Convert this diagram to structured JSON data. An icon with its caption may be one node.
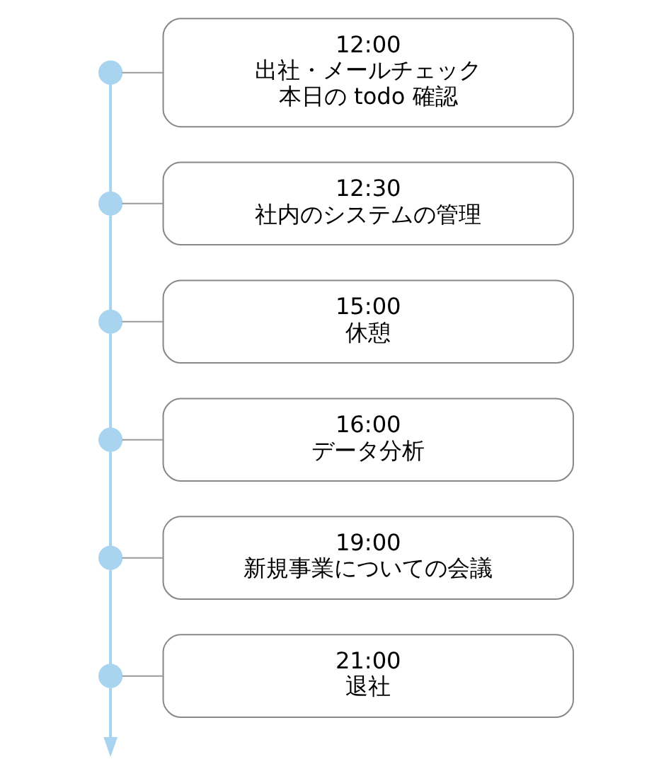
{
  "diagram": {
    "nodes": [
      {
        "text": [],
        "shape": "circle"
      },
      {
        "text": [
          "12:00",
          "出社・メールチェック",
          "本日の todo 確認"
        ]
      },
      {
        "text": [],
        "shape": "circle"
      },
      {
        "text": [
          "12:30",
          "社内のシステムの管理"
        ]
      },
      {
        "text": [],
        "shape": "circle"
      },
      {
        "text": [
          "15:00",
          "休憩"
        ]
      },
      {
        "text": [],
        "shape": "circle"
      },
      {
        "text": [
          "16:00",
          "データ分析"
        ]
      },
      {
        "text": [],
        "shape": "circle"
      },
      {
        "text": [
          "19:00",
          "新規事業についての会議"
        ]
      },
      {
        "text": [],
        "shape": "circle"
      },
      {
        "text": [
          "21:00",
          "退社"
        ]
      }
    ],
    "edges": [
      {
        "from": 0,
        "to": 2,
        "arrow": "none"
      },
      {
        "from": 2,
        "to": 4,
        "arrow": "none"
      },
      {
        "from": 4,
        "to": 6,
        "arrow": "none"
      },
      {
        "from": 6,
        "to": 8,
        "arrow": "none"
      },
      {
        "from": 8,
        "to": 10,
        "arrow": "none"
      },
      {
        "from": 10,
        "to": null,
        "arrow": "to"
      },
      {
        "from": 0,
        "to": 1,
        "arrow": "none",
        "color": "#999999"
      },
      {
        "from": 2,
        "to": 3,
        "arrow": "none",
        "color": "#999999"
      },
      {
        "from": 4,
        "to": 5,
        "arrow": "none",
        "color": "#999999"
      },
      {
        "from": 6,
        "to": 7,
        "arrow": "none",
        "color": "#999999"
      },
      {
        "from": 8,
        "to": 9,
        "arrow": "none",
        "color": "#999999"
      },
      {
        "from": 10,
        "to": 11,
        "arrow": "none",
        "color": "#999999"
      }
    ]
  }
}
